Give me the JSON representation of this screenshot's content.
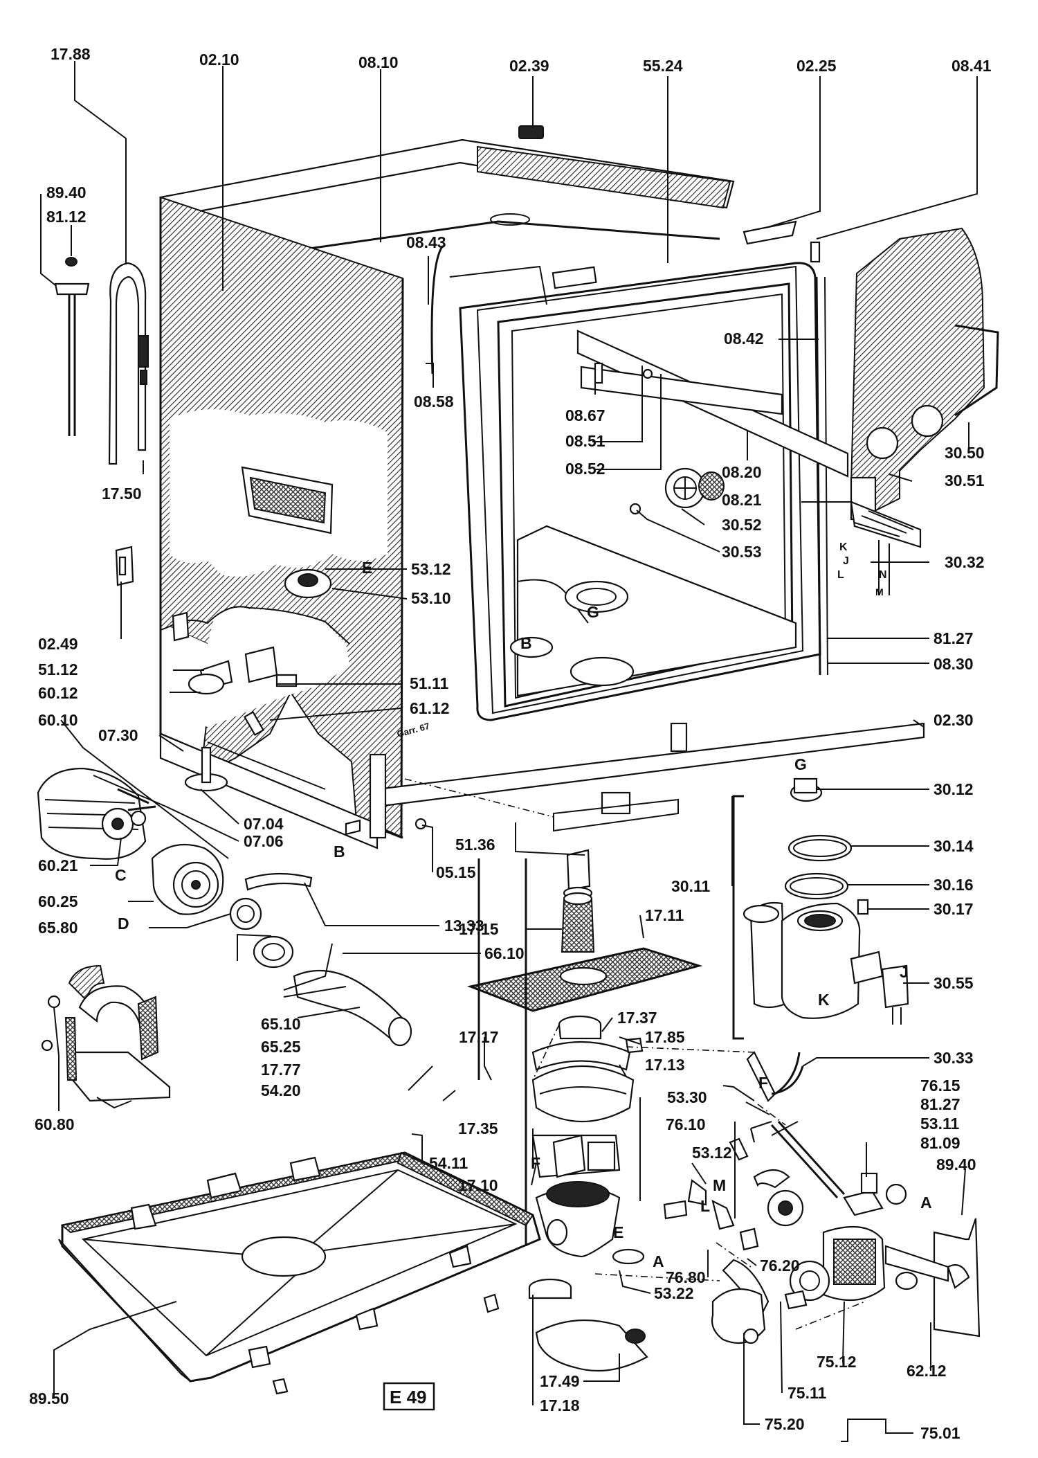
{
  "diagram_code": "E 49",
  "parts": [
    {
      "id": "p1788",
      "label": "17.88"
    },
    {
      "id": "p0210",
      "label": "02.10"
    },
    {
      "id": "p0810",
      "label": "08.10"
    },
    {
      "id": "p0239",
      "label": "02.39"
    },
    {
      "id": "p5524",
      "label": "55.24"
    },
    {
      "id": "p0225",
      "label": "02.25"
    },
    {
      "id": "p0841",
      "label": "08.41"
    },
    {
      "id": "p8940a",
      "label": "89.40"
    },
    {
      "id": "p8112",
      "label": "81.12"
    },
    {
      "id": "p0843",
      "label": "08.43"
    },
    {
      "id": "p0842",
      "label": "08.42"
    },
    {
      "id": "p0858",
      "label": "08.58"
    },
    {
      "id": "p0867",
      "label": "08.67"
    },
    {
      "id": "p0851",
      "label": "08.51"
    },
    {
      "id": "p0852",
      "label": "08.52"
    },
    {
      "id": "p0820",
      "label": "08.20"
    },
    {
      "id": "p3050",
      "label": "30.50"
    },
    {
      "id": "p3051",
      "label": "30.51"
    },
    {
      "id": "p0821",
      "label": "08.21"
    },
    {
      "id": "p1750",
      "label": "17.50"
    },
    {
      "id": "p3052",
      "label": "30.52"
    },
    {
      "id": "p3053",
      "label": "30.53"
    },
    {
      "id": "p3032",
      "label": "30.32"
    },
    {
      "id": "p5312a",
      "label": "53.12"
    },
    {
      "id": "p5310",
      "label": "53.10"
    },
    {
      "id": "p0249",
      "label": "02.49"
    },
    {
      "id": "p8127a",
      "label": "81.27"
    },
    {
      "id": "p0830",
      "label": "08.30"
    },
    {
      "id": "p5112",
      "label": "51.12"
    },
    {
      "id": "p5111",
      "label": "51.11"
    },
    {
      "id": "p6012",
      "label": "60.12"
    },
    {
      "id": "p6112",
      "label": "61.12"
    },
    {
      "id": "p6010",
      "label": "60.10"
    },
    {
      "id": "p0230",
      "label": "02.30"
    },
    {
      "id": "p0730",
      "label": "07.30"
    },
    {
      "id": "p3012",
      "label": "30.12"
    },
    {
      "id": "p0704",
      "label": "07.04"
    },
    {
      "id": "p0706",
      "label": "07.06"
    },
    {
      "id": "p5136",
      "label": "51.36"
    },
    {
      "id": "p3014",
      "label": "30.14"
    },
    {
      "id": "p6021",
      "label": "60.21"
    },
    {
      "id": "p0515",
      "label": "05.15"
    },
    {
      "id": "p3016",
      "label": "30.16"
    },
    {
      "id": "p3011",
      "label": "30.11"
    },
    {
      "id": "p6025",
      "label": "60.25"
    },
    {
      "id": "p1715",
      "label": "17.15"
    },
    {
      "id": "p3017",
      "label": "30.17"
    },
    {
      "id": "p1711",
      "label": "17.11"
    },
    {
      "id": "p6580",
      "label": "65.80"
    },
    {
      "id": "p1333",
      "label": "13.33"
    },
    {
      "id": "p6610",
      "label": "66.10"
    },
    {
      "id": "p3055",
      "label": "30.55"
    },
    {
      "id": "p6510",
      "label": "65.10"
    },
    {
      "id": "p1737",
      "label": "17.37"
    },
    {
      "id": "p6525",
      "label": "65.25"
    },
    {
      "id": "p1717",
      "label": "17.17"
    },
    {
      "id": "p1785",
      "label": "17.85"
    },
    {
      "id": "p1777",
      "label": "17.77"
    },
    {
      "id": "p1713",
      "label": "17.13"
    },
    {
      "id": "p3033",
      "label": "30.33"
    },
    {
      "id": "p5420",
      "label": "54.20"
    },
    {
      "id": "p7615",
      "label": "76.15"
    },
    {
      "id": "p5330",
      "label": "53.30"
    },
    {
      "id": "p8127b",
      "label": "81.27"
    },
    {
      "id": "p6080",
      "label": "60.80"
    },
    {
      "id": "p1735",
      "label": "17.35"
    },
    {
      "id": "p7610",
      "label": "76.10"
    },
    {
      "id": "p5311",
      "label": "53.11"
    },
    {
      "id": "p5312b",
      "label": "53.12"
    },
    {
      "id": "p8109",
      "label": "81.09"
    },
    {
      "id": "p5411",
      "label": "54.11"
    },
    {
      "id": "p8940b",
      "label": "89.40"
    },
    {
      "id": "p1710",
      "label": "17.10"
    },
    {
      "id": "p7680",
      "label": "76.80"
    },
    {
      "id": "p7620",
      "label": "76.20"
    },
    {
      "id": "p5322",
      "label": "53.22"
    },
    {
      "id": "p7512",
      "label": "75.12"
    },
    {
      "id": "p6212",
      "label": "62.12"
    },
    {
      "id": "p1749",
      "label": "17.49"
    },
    {
      "id": "p7511",
      "label": "75.11"
    },
    {
      "id": "p8950",
      "label": "89.50"
    },
    {
      "id": "p1718",
      "label": "17.18"
    },
    {
      "id": "p7520",
      "label": "75.20"
    },
    {
      "id": "p7501",
      "label": "75.01"
    }
  ],
  "connection_letters": {
    "e1": "E",
    "g1": "G",
    "b1": "B",
    "c1": "C",
    "d1": "D",
    "b2": "B",
    "g2": "G",
    "k1": "K",
    "j1": "J",
    "l1": "L",
    "n1": "N",
    "m1": "M",
    "k2": "K",
    "j2": "J",
    "f1": "F",
    "f2": "F",
    "e2": "E",
    "m2": "M",
    "l2": "L",
    "a1": "A",
    "a2": "A"
  },
  "stamp_text": "Garr. 67"
}
